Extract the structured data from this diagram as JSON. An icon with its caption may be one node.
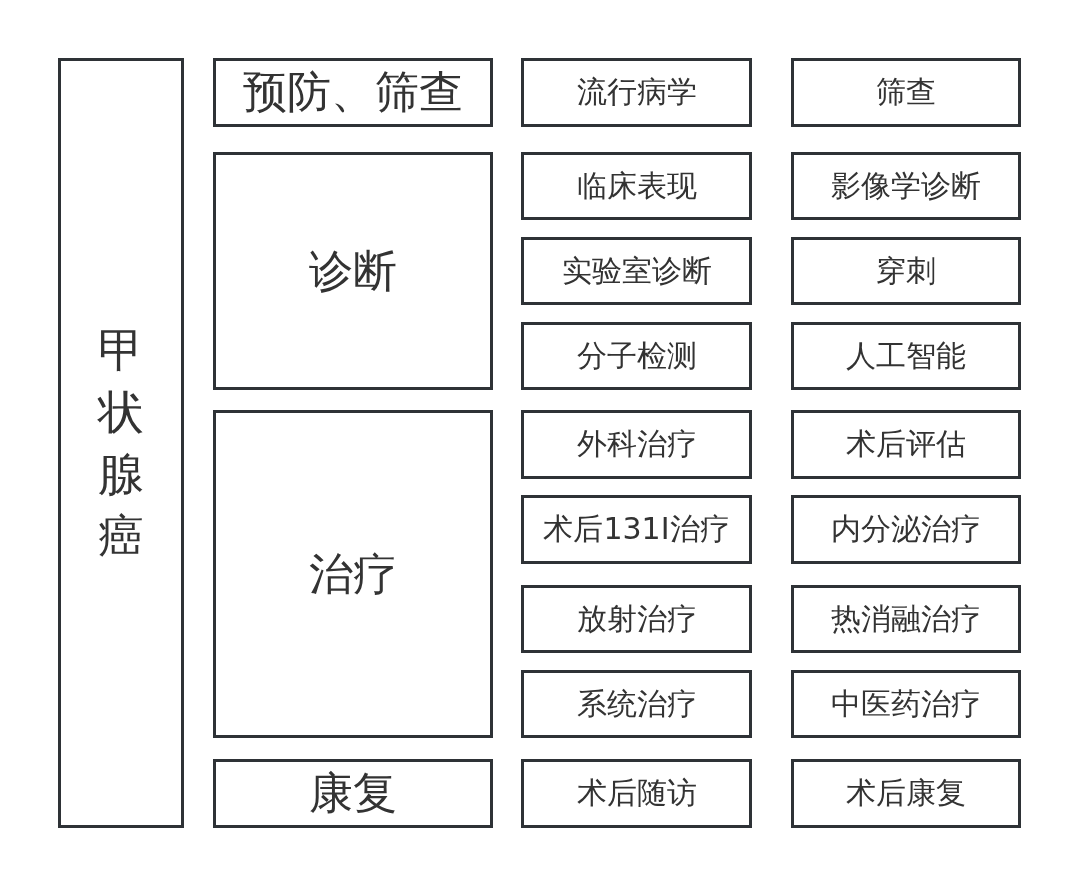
{
  "diagram": {
    "nodes": [
      {
        "text": [
          "甲状腺癌"
        ]
      },
      {
        "text": [
          "预防、筛查"
        ]
      },
      {
        "text": [
          "流行病学"
        ]
      },
      {
        "text": [
          "筛查"
        ]
      },
      {
        "text": [
          "诊断"
        ]
      },
      {
        "text": [
          "临床表现"
        ]
      },
      {
        "text": [
          "影像学诊断"
        ]
      },
      {
        "text": [
          "实验室诊断"
        ]
      },
      {
        "text": [
          "穿刺"
        ]
      },
      {
        "text": [
          "分子检测"
        ]
      },
      {
        "text": [
          "人工智能"
        ]
      },
      {
        "text": [
          "治疗"
        ]
      },
      {
        "text": [
          "外科治疗"
        ]
      },
      {
        "text": [
          "术后评估"
        ]
      },
      {
        "text": [
          "术后131I治疗"
        ]
      },
      {
        "text": [
          "内分泌治疗"
        ]
      },
      {
        "text": [
          "放射治疗"
        ]
      },
      {
        "text": [
          "热消融治疗"
        ]
      },
      {
        "text": [
          "系统治疗"
        ]
      },
      {
        "text": [
          "中医药治疗"
        ]
      },
      {
        "text": [
          "康复"
        ]
      },
      {
        "text": [
          "术后随访"
        ]
      },
      {
        "text": [
          "术后康复"
        ]
      }
    ]
  }
}
